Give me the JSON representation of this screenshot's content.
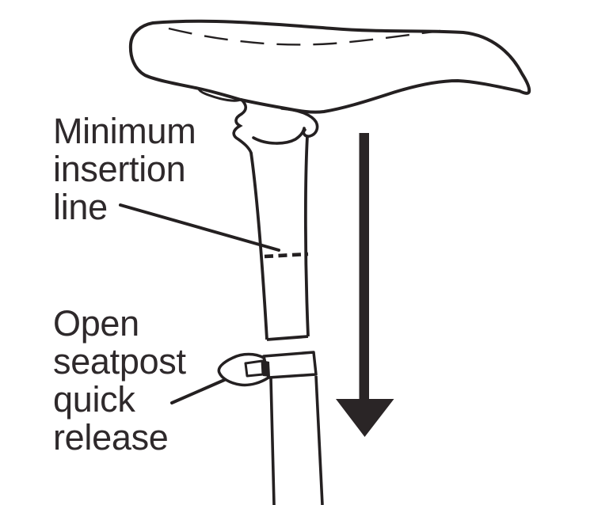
{
  "page": {
    "background_color": "#ffffff",
    "line_color": "#242021",
    "text_color": "#2e292b",
    "arrow_color": "#2a2526"
  },
  "diagram": {
    "labels": {
      "min_insertion": {
        "lines": [
          "Minimum",
          "insertion",
          "line"
        ]
      },
      "quick_release": {
        "lines": [
          "Open",
          "seatpost",
          "quick",
          "release"
        ]
      }
    },
    "icons": [
      "down-arrow-icon"
    ]
  }
}
